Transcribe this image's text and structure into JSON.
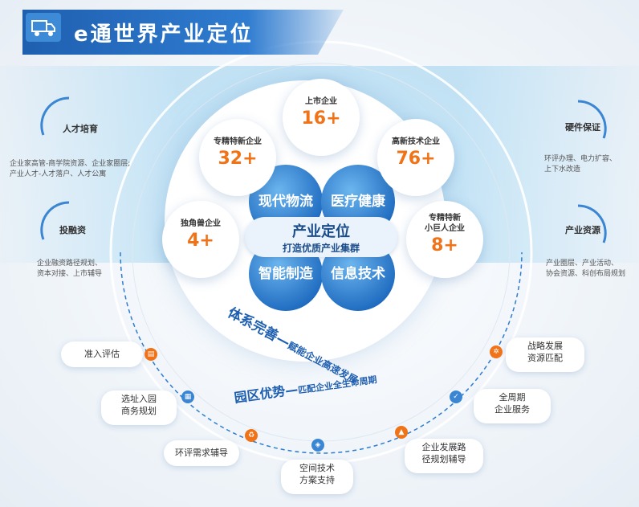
{
  "header": {
    "title": "e通世界产业定位"
  },
  "colors": {
    "accent_blue": "#1f5fb0",
    "accent_orange": "#f07318",
    "core_blue": "#2a7ccf"
  },
  "bubbles": [
    {
      "label": "上市企业",
      "value": "16+"
    },
    {
      "label": "专精特新企业",
      "value": "32+"
    },
    {
      "label": "高新技术企业",
      "value": "76+"
    },
    {
      "label": "独角兽企业",
      "value": "4+"
    },
    {
      "label": "专精特新\n小巨人企业",
      "value": "8+"
    }
  ],
  "core": {
    "items": [
      "现代物流",
      "医疗健康",
      "智能制造",
      "信息技术"
    ],
    "title": "产业定位",
    "subtitle": "打造优质产业集群"
  },
  "left_services": [
    {
      "title": "人才培育",
      "desc": "企业家高管-商学院资源、企业家圈层;\n产业人才-人才落户、人才公寓"
    },
    {
      "title": "投融资",
      "desc": "企业融资路径规划、\n资本对接、上市辅导"
    }
  ],
  "right_services": [
    {
      "title": "硬件保证",
      "desc": "环评办理、电力扩容、\n上下水改造"
    },
    {
      "title": "产业资源",
      "desc": "产业圈层、产业活动、\n协会资源、科创布局规划"
    }
  ],
  "arcs": {
    "inner_main": "体系完善",
    "inner_sub": "赋能企业高速发展",
    "outer_main": "园区优势",
    "outer_sub": "匹配企业全生命周期"
  },
  "steps": [
    "准入评估",
    "选址入园\n商务规划",
    "环评需求辅导",
    "空间技术\n方案支持",
    "企业发展路\n径规划辅导",
    "全周期\n企业服务",
    "战略发展\n资源匹配"
  ]
}
